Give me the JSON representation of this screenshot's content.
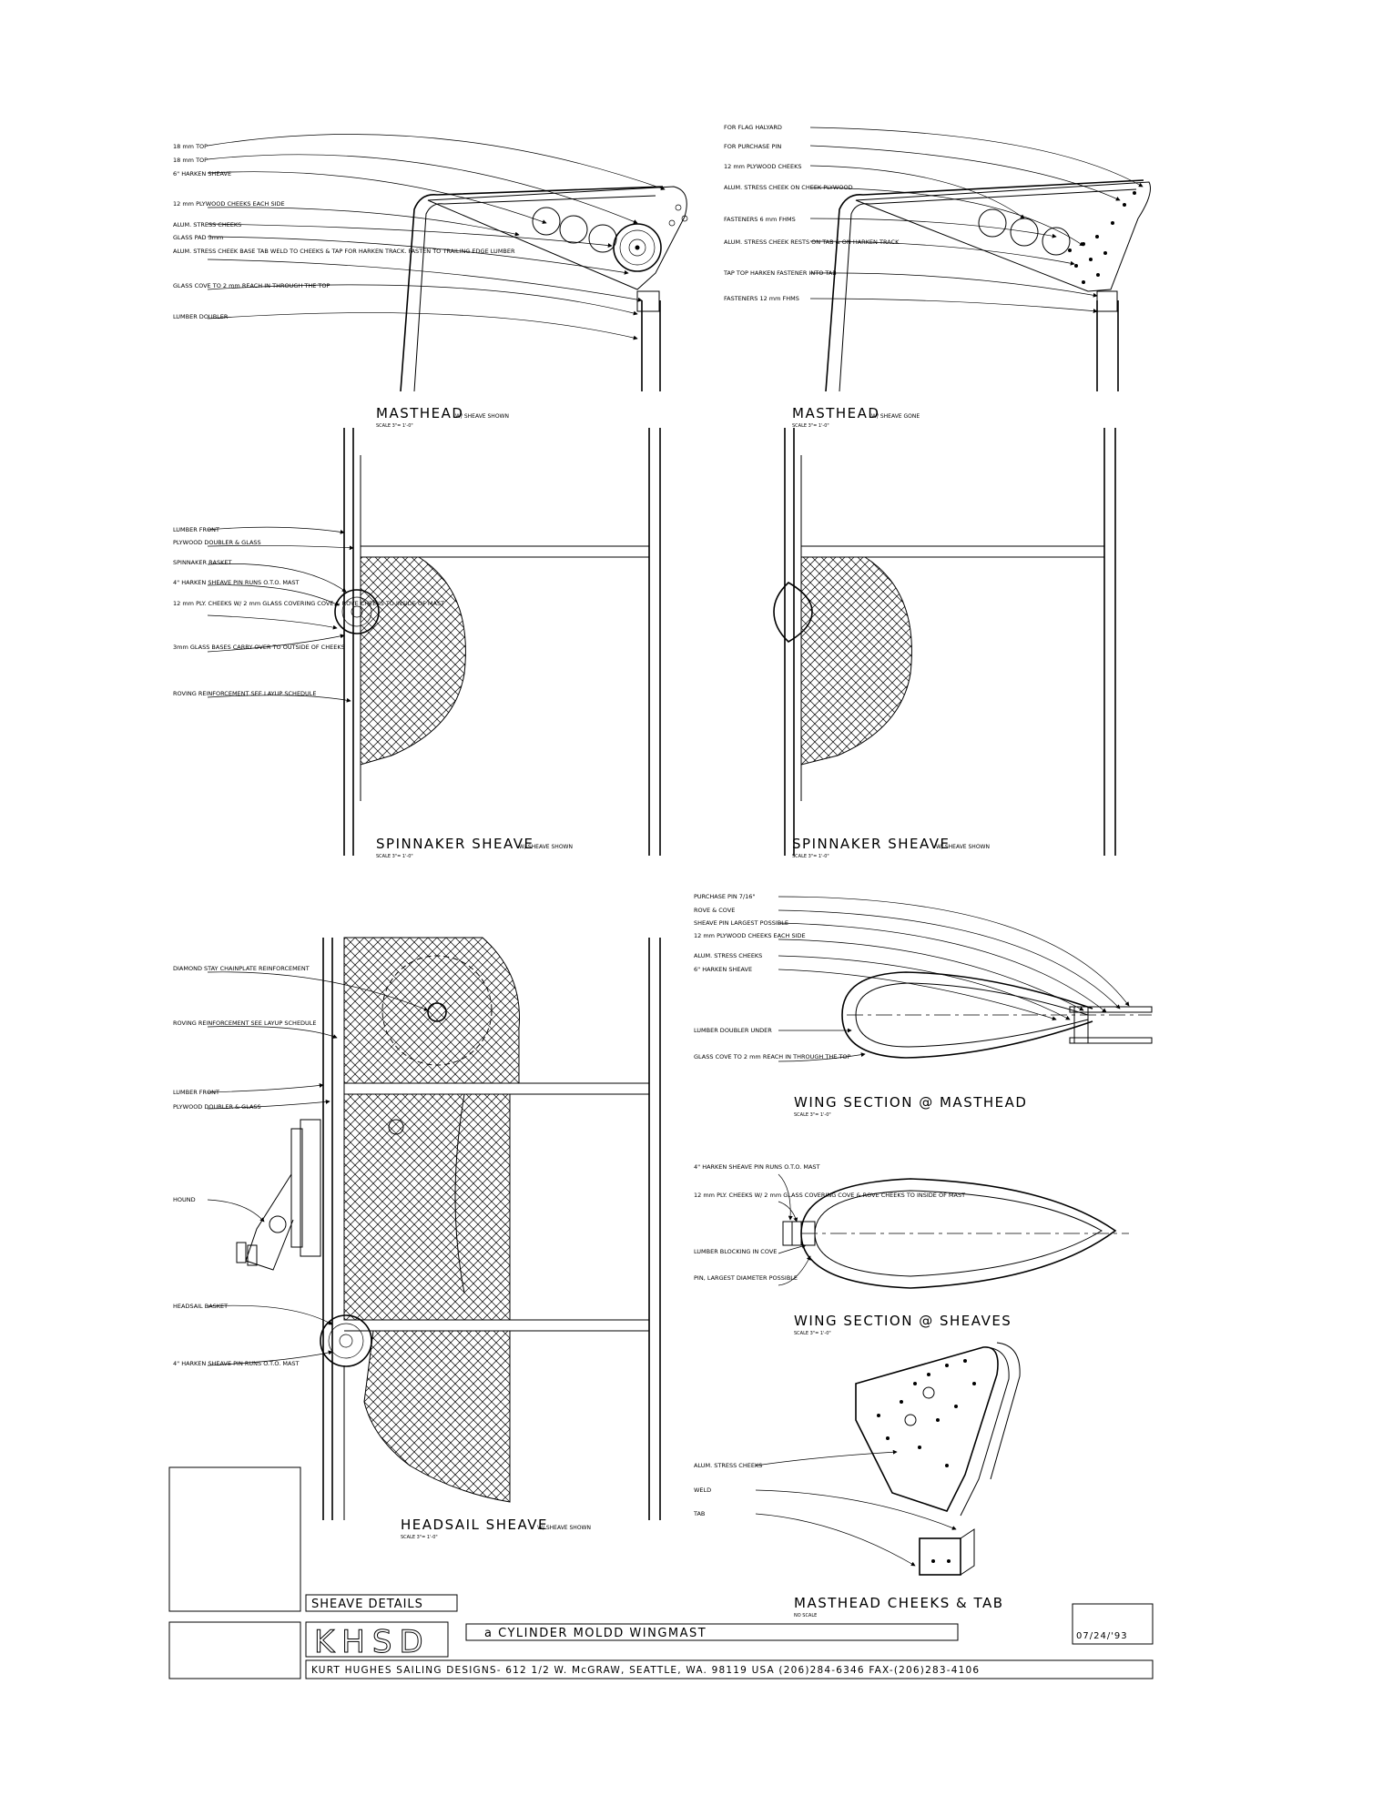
{
  "masthead_shown": {
    "title": "MASTHEAD",
    "subtitle": "W/ SHEAVE SHOWN",
    "scale": "SCALE 3\"= 1'-0\"",
    "labels": [
      "18 mm TOP",
      "18 mm TOP",
      "6\" HARKEN SHEAVE",
      "12 mm PLYWOOD CHEEKS EACH SIDE",
      "ALUM. STRESS CHEEKS",
      "GLASS PAD 3mm",
      "ALUM. STRESS CHEEK BASE TAB WELD TO CHEEKS & TAP FOR HARKEN TRACK. FASTEN TO TRAILING EDGE LUMBER",
      "GLASS COVE TO 2 mm REACH IN THROUGH THE TOP",
      "LUMBER DOUBLER"
    ]
  },
  "masthead_gone": {
    "title": "MASTHEAD",
    "subtitle": "W/ SHEAVE GONE",
    "scale": "SCALE 3\"= 1'-0\"",
    "labels": [
      "FOR FLAG HALYARD",
      "FOR PURCHASE PIN",
      "12 mm PLYWOOD CHEEKS",
      "ALUM. STRESS CHEEK ON CHEEK PLYWOOD",
      "FASTENERS 6 mm FHMS",
      "ALUM. STRESS CHEEK RESTS ON TAB & ON HARKEN TRACK",
      "TAP TOP HARKEN FASTENER INTO TAB",
      "FASTENERS 12 mm FHMS"
    ]
  },
  "spinnaker_shown": {
    "title": "SPINNAKER SHEAVE",
    "subtitle": "W/ SHEAVE SHOWN",
    "scale": "SCALE 3\"= 1'-0\"",
    "labels": [
      "LUMBER FRONT",
      "PLYWOOD DOUBLER & GLASS",
      "SPINNAKER BASKET",
      "4\" HARKEN SHEAVE PIN RUNS O.T.O. MAST",
      "12 mm PLY. CHEEKS W/ 2 mm GLASS COVERING COVE & ROVE CHEEKS TO INSIDE OF MAST",
      "3mm GLASS BASES CARRY OVER TO OUTSIDE OF CHEEKS",
      "ROVING REINFORCEMENT SEE LAYUP SCHEDULE"
    ]
  },
  "spinnaker_gone": {
    "title": "SPINNAKER SHEAVE",
    "subtitle": "W/ SHEAVE SHOWN",
    "scale": "SCALE 3\"= 1'-0\""
  },
  "headsail": {
    "title": "HEADSAIL SHEAVE",
    "subtitle": "W/ SHEAVE SHOWN",
    "scale": "SCALE 3\"= 1'-0\"",
    "labels": [
      "DIAMOND STAY CHAINPLATE REINFORCEMENT",
      "ROVING REINFORCEMENT SEE LAYUP SCHEDULE",
      "LUMBER FRONT",
      "PLYWOOD DOUBLER & GLASS",
      "HOUND",
      "HEADSAIL BASKET",
      "4\" HARKEN SHEAVE PIN RUNS O.T.O. MAST"
    ]
  },
  "wing_masthead": {
    "title": "WING SECTION @ MASTHEAD",
    "scale": "SCALE 3\"= 1'-0\"",
    "labels": [
      "PURCHASE PIN 7/16\"",
      "ROVE & COVE",
      "SHEAVE PIN LARGEST POSSIBLE",
      "12 mm PLYWOOD CHEEKS EACH SIDE",
      "ALUM. STRESS CHEEKS",
      "6\" HARKEN SHEAVE",
      "LUMBER DOUBLER UNDER",
      "GLASS COVE TO 2 mm REACH IN THROUGH THE TOP"
    ]
  },
  "wing_sheaves": {
    "title": "WING SECTION @ SHEAVES",
    "scale": "SCALE 3\"= 1'-0\"",
    "labels": [
      "4\" HARKEN SHEAVE PIN RUNS O.T.O. MAST",
      "12 mm PLY. CHEEKS W/ 2 mm GLASS COVERING COVE & ROVE CHEEKS TO INSIDE OF MAST",
      "LUMBER BLOCKING IN COVE",
      "PIN, LARGEST DIAMETER POSSIBLE"
    ]
  },
  "cheeks_tab": {
    "title": "MASTHEAD CHEEKS & TAB",
    "scale": "NO SCALE",
    "labels": [
      "ALUM. STRESS CHEEKS",
      "WELD",
      "TAB"
    ]
  },
  "title_block": {
    "sheet_title": "SHEAVE DETAILS",
    "logo": "KHSD",
    "project": "a CYLINDER MOLDD WINGMAST",
    "date": "07/24/'93",
    "company": "KURT HUGHES SAILING DESIGNS- 612 1/2 W. McGRAW, SEATTLE, WA. 98119 USA (206)284-6346 FAX-(206)283-4106"
  }
}
